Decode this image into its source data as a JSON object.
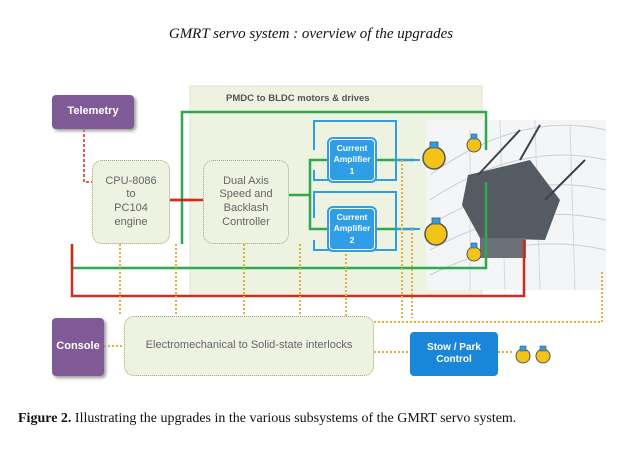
{
  "title": "GMRT servo system : overview of the upgrades",
  "region_label": "PMDC to BLDC motors & drives",
  "blocks": {
    "telemetry": "Telemetry",
    "console": "Console",
    "cpu": "CPU-8086\nto\nPC104\nengine",
    "controller": "Dual Axis\nSpeed and\nBacklash\nController",
    "interlocks": "Electromechanical to Solid-state interlocks",
    "amp1": "Current\nAmplifier\n1",
    "amp2": "Current\nAmplifier\n2",
    "stow": "Stow / Park\nControl"
  },
  "caption": {
    "label": "Figure 2.",
    "text": " Illustrating the upgrades in the various subsystems of the GMRT servo system."
  },
  "colors": {
    "green_wire": "#2fa84f",
    "red_wire": "#d22a1e",
    "blue_wire": "#2f9ee6",
    "dashed_wire": "#e0b23c",
    "purple_block": "#7f5a96",
    "region_bg": "#eef2e1"
  }
}
